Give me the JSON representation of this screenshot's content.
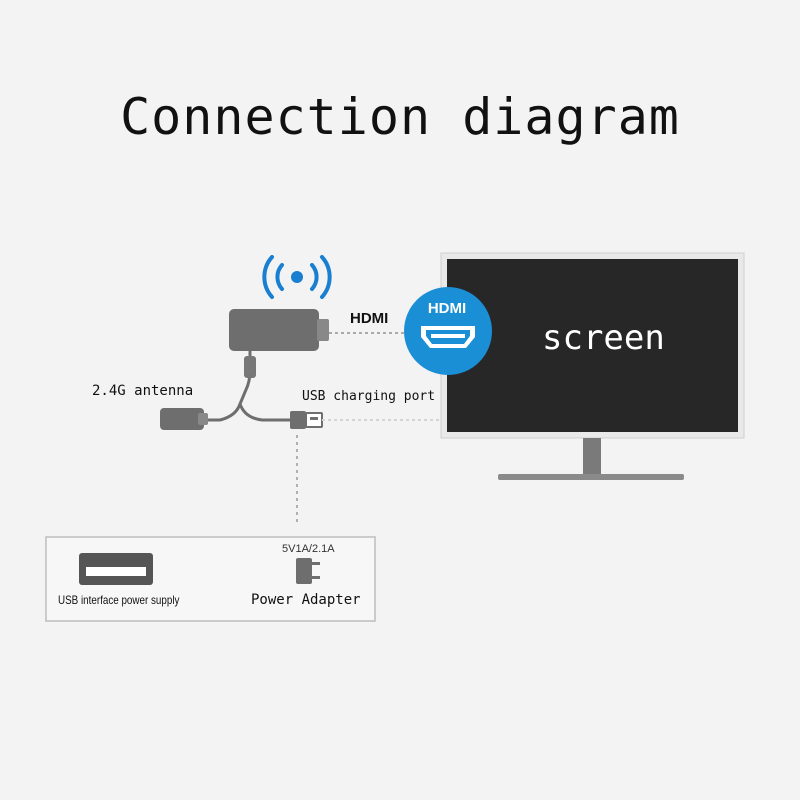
{
  "title": "Connection diagram",
  "labels": {
    "hdmi_cable": "HDMI",
    "hdmi_badge": "HDMI",
    "screen": "screen",
    "antenna": "2.4G antenna",
    "usb_charging_port": "USB charging port",
    "voltage": "5V1A/2.1A",
    "usb_power_supply": "USB interface power supply",
    "power_adapter": "Power Adapter"
  },
  "colors": {
    "background": "#f3f3f3",
    "device_gray": "#6e6e6e",
    "wifi_blue": "#1a7fd1",
    "hdmi_badge_blue": "#1b8fd6",
    "monitor_dark": "#272727",
    "monitor_stand": "#7a7a7a"
  },
  "icons": [
    "wifi-signal-icon",
    "hdmi-port-icon",
    "usb-port-icon",
    "power-adapter-plug-icon"
  ]
}
